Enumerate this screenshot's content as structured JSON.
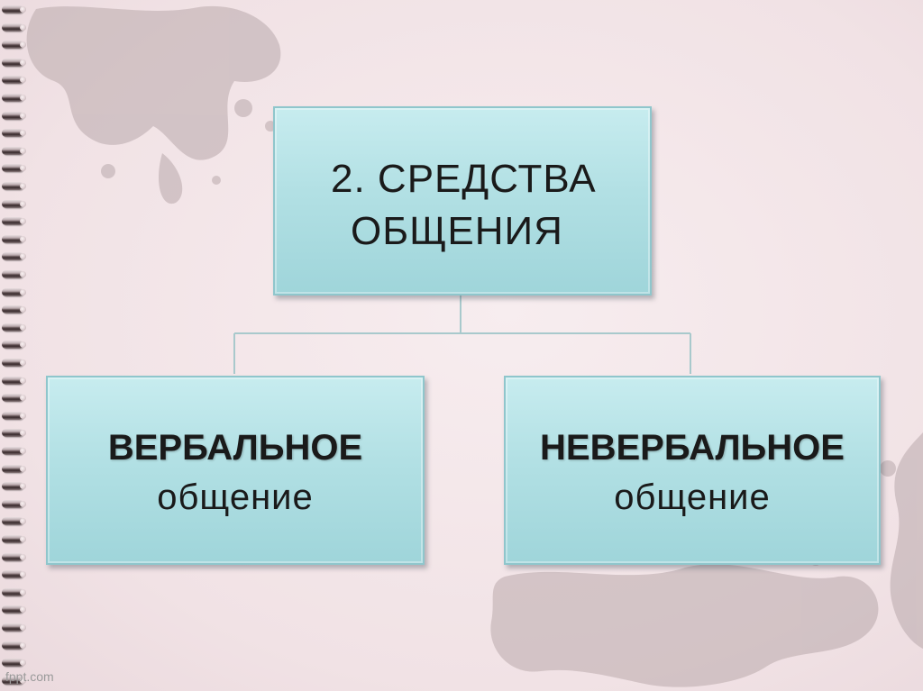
{
  "diagram": {
    "root": {
      "line1": "2. СРЕДСТВА",
      "line2": "ОБЩЕНИЯ"
    },
    "children": [
      {
        "title": "ВЕРБАЛЬНОЕ",
        "subtitle": "общение"
      },
      {
        "title": "НЕВЕРБАЛЬНОЕ",
        "subtitle": "общение"
      }
    ]
  },
  "watermark": "fppt.com",
  "colors": {
    "background": "#f3e6e9",
    "box_fill": "#b2e0e4",
    "box_border": "#8fc6cc",
    "connector": "#a8c9cc",
    "splatter": "#b3a3a6"
  }
}
